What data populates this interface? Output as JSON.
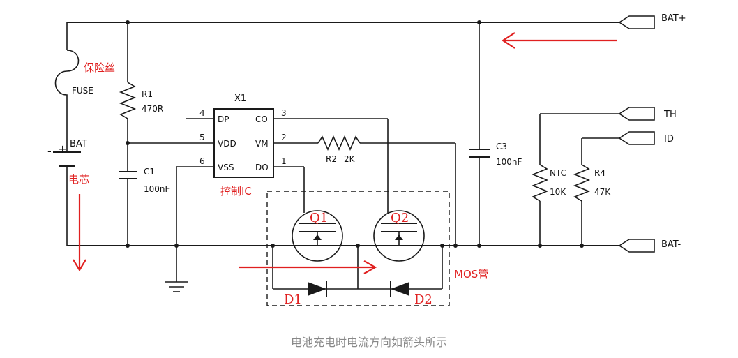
{
  "ports": {
    "bat_plus": "BAT+",
    "th": "TH",
    "id": "ID",
    "bat_minus": "BAT-"
  },
  "fuse": {
    "name": "FUSE",
    "note": "保险丝"
  },
  "battery": {
    "name": "BAT",
    "plus": "+",
    "minus": "-",
    "note": "电芯"
  },
  "r1": {
    "name": "R1",
    "value": "470R"
  },
  "c1": {
    "name": "C1",
    "value": "100nF"
  },
  "c3": {
    "name": "C3",
    "value": "100nF"
  },
  "r2": {
    "name": "R2",
    "value": "2K"
  },
  "ntc": {
    "name": "NTC",
    "value": "10K"
  },
  "r4": {
    "name": "R4",
    "value": "47K"
  },
  "ic": {
    "name": "X1",
    "note": "控制IC",
    "pins": [
      {
        "num": "4",
        "name": "DP"
      },
      {
        "num": "5",
        "name": "VDD"
      },
      {
        "num": "6",
        "name": "VSS"
      },
      {
        "num": "3",
        "name": "CO"
      },
      {
        "num": "2",
        "name": "VM"
      },
      {
        "num": "1",
        "name": "DO"
      }
    ]
  },
  "mosfets": {
    "q1": "Q1",
    "q2": "Q2",
    "d1": "D1",
    "d2": "D2",
    "note": "MOS管"
  },
  "caption": "电池充电时电流方向如箭头所示",
  "colors": {
    "wire": "#1a1a1a",
    "annotation": "#e02020",
    "caption": "#888888"
  }
}
